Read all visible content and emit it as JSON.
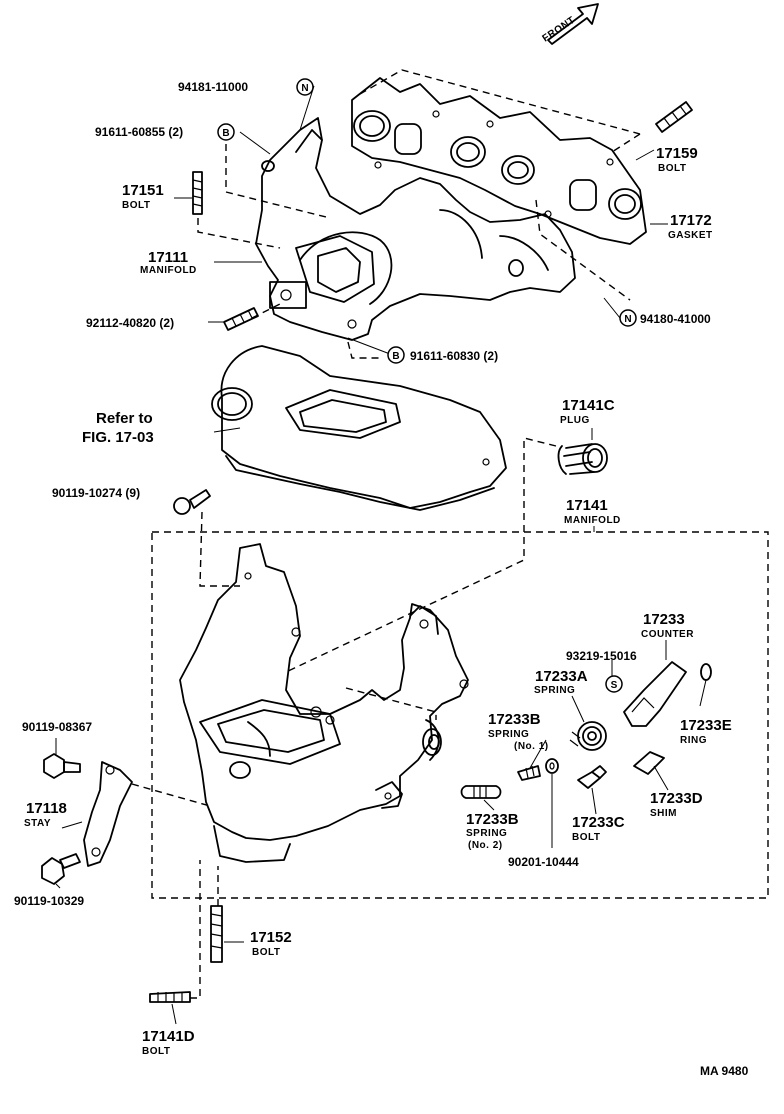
{
  "front_label": "FRONT",
  "figure_code": "MA 9480",
  "symbols": {
    "n": "N",
    "b": "B",
    "s": "S"
  },
  "parts": {
    "p94181": {
      "number": "94181-11000"
    },
    "p91611_60855": {
      "number": "91611-60855 (2)"
    },
    "p17151": {
      "number": "17151",
      "name": "BOLT"
    },
    "p17111": {
      "number": "17111",
      "name": "MANIFOLD"
    },
    "p92112": {
      "number": "92112-40820 (2)"
    },
    "p17159": {
      "number": "17159",
      "name": "BOLT"
    },
    "p17172": {
      "number": "17172",
      "name": "GASKET"
    },
    "p94180": {
      "number": "94180-41000"
    },
    "p91611_60830": {
      "number": "91611-60830 (2)"
    },
    "refer": {
      "line1": "Refer to",
      "line2": "FIG. 17-03"
    },
    "p17141C": {
      "number": "17141C",
      "name": "PLUG"
    },
    "p90119_10274": {
      "number": "90119-10274 (9)"
    },
    "p17141": {
      "number": "17141",
      "name": "MANIFOLD"
    },
    "p17233": {
      "number": "17233",
      "name": "COUNTER"
    },
    "p93219": {
      "number": "93219-15016"
    },
    "p17233A": {
      "number": "17233A",
      "name": "SPRING"
    },
    "p17233B1": {
      "number": "17233B",
      "name": "SPRING",
      "sub": "(No. 1)"
    },
    "p17233E": {
      "number": "17233E",
      "name": "RING"
    },
    "p90119_08367": {
      "number": "90119-08367"
    },
    "p17118": {
      "number": "17118",
      "name": "STAY"
    },
    "p17233B2": {
      "number": "17233B",
      "name": "SPRING",
      "sub": "(No. 2)"
    },
    "p17233C": {
      "number": "17233C",
      "name": "BOLT"
    },
    "p17233D": {
      "number": "17233D",
      "name": "SHIM"
    },
    "p90201": {
      "number": "90201-10444"
    },
    "p90119_10329": {
      "number": "90119-10329"
    },
    "p17152": {
      "number": "17152",
      "name": "BOLT"
    },
    "p17141D": {
      "number": "17141D",
      "name": "BOLT"
    }
  }
}
